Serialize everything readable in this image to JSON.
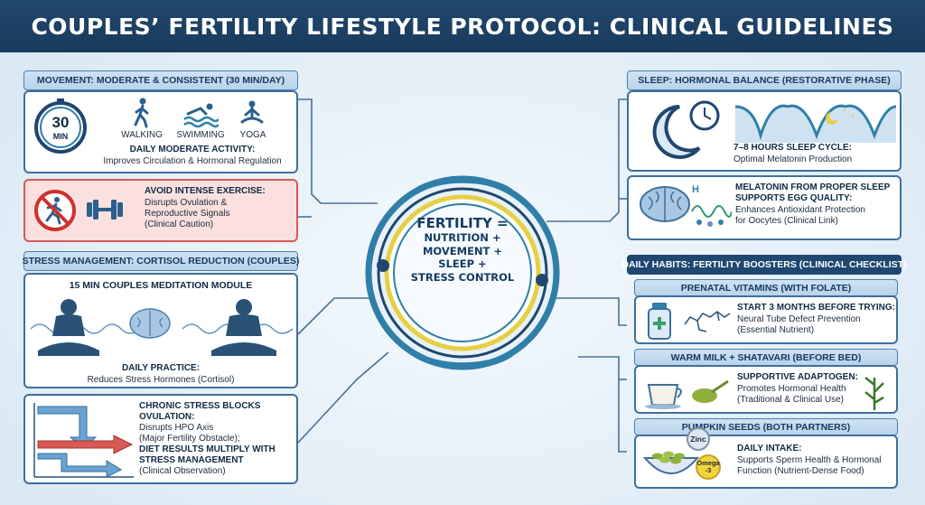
{
  "title": "COUPLES’ FERTILITY LIFESTYLE PROTOCOL: CLINICAL GUIDELINES",
  "center": {
    "line1": "FERTILITY =",
    "line2": "NUTRITION +",
    "line3": "MOVEMENT +",
    "line4": "SLEEP +",
    "line5": "STRESS CONTROL"
  },
  "movement": {
    "header": "MOVEMENT: MODERATE & CONSISTENT (30 MIN/DAY)",
    "timer_number": "30",
    "timer_unit": "MIN",
    "activities": [
      "WALKING",
      "SWIMMING",
      "YOGA"
    ],
    "title": "DAILY MODERATE ACTIVITY:",
    "desc": "Improves Circulation & Hormonal Regulation"
  },
  "avoid": {
    "title": "AVOID INTENSE EXERCISE:",
    "lines": [
      "Disrupts Ovulation &",
      "Reproductive Signals",
      "(Clinical Caution)"
    ]
  },
  "stress": {
    "header": "STRESS MANAGEMENT: CORTISOL REDUCTION (COUPLES)",
    "module": "15 MIN COUPLES MEDITATION MODULE",
    "title": "DAILY PRACTICE:",
    "desc": "Reduces Stress Hormones (Cortisol)"
  },
  "chronic": {
    "lines": [
      {
        "text": "CHRONIC STRESS BLOCKS",
        "bold": true
      },
      {
        "text": "OVULATION:",
        "bold": true
      },
      {
        "text": "Disrupts HPO Axis",
        "bold": false
      },
      {
        "text": "(Major Fertility Obstacle);",
        "bold": false
      },
      {
        "text": "DIET RESULTS MULTIPLY WITH",
        "bold": true
      },
      {
        "text": "STRESS MANAGEMENT",
        "bold": true
      },
      {
        "text": "(Clinical Observation)",
        "bold": false
      }
    ]
  },
  "sleep": {
    "header": "SLEEP: HORMONAL BALANCE (RESTORATIVE PHASE)",
    "title": "7–8 HOURS SLEEP CYCLE:",
    "desc": "Optimal Melatonin Production"
  },
  "melatonin": {
    "icon_letter": "H",
    "title_lines": [
      "MELATONIN FROM PROPER SLEEP",
      "SUPPORTS EGG QUALITY:"
    ],
    "desc_lines": [
      "Enhances Antioxidant Protection",
      "for Oocytes (Clinical Link)"
    ]
  },
  "habits": {
    "header": "DAILY HABITS: FERTILITY BOOSTERS (CLINICAL CHECKLIST)",
    "items": [
      {
        "bar": "PRENATAL VITAMINS (WITH FOLATE)",
        "title": "START 3 MONTHS BEFORE TRYING:",
        "lines": [
          "Neural Tube Defect Prevention",
          "(Essential Nutrient)"
        ]
      },
      {
        "bar": "WARM MILK + SHATAVARI (BEFORE BED)",
        "title": "SUPPORTIVE ADAPTOGEN:",
        "lines": [
          "Promotes Hormonal Health",
          "(Traditional & Clinical Use)"
        ]
      },
      {
        "bar": "PUMPKIN SEEDS (BOTH PARTNERS)",
        "title": "DAILY INTAKE:",
        "lines": [
          "Supports Sperm Health & Hormonal",
          "Function (Nutrient-Dense Food)"
        ]
      }
    ],
    "zinc_label": "Zinc",
    "omega_label": "Omega",
    "omega_sub": "-3"
  },
  "colors": {
    "header_bg": "#1f4770",
    "panel_border": "#3f6f9c",
    "warn_bg": "#fbe0df",
    "warn_border": "#d55a55",
    "accent_teal": "#2f7fa8",
    "accent_yellow": "#e6cf45"
  }
}
